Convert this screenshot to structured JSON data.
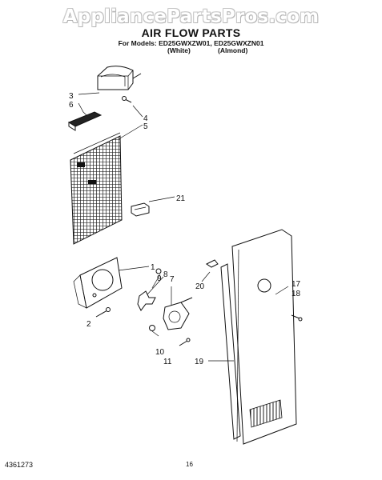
{
  "watermark": "AppliancePartsPros.com",
  "header": {
    "title": "AIR FLOW PARTS",
    "models": "For Models: ED25GWXZW01, ED25GWXZN01",
    "color_white": "(White)",
    "color_almond": "(Almond)"
  },
  "callouts": [
    "3",
    "6",
    "4",
    "5",
    "21",
    "1",
    "9",
    "8",
    "7",
    "2",
    "10",
    "11",
    "20",
    "17",
    "18",
    "19"
  ],
  "footer": {
    "doc_number": "4361273",
    "page_number": "16"
  }
}
